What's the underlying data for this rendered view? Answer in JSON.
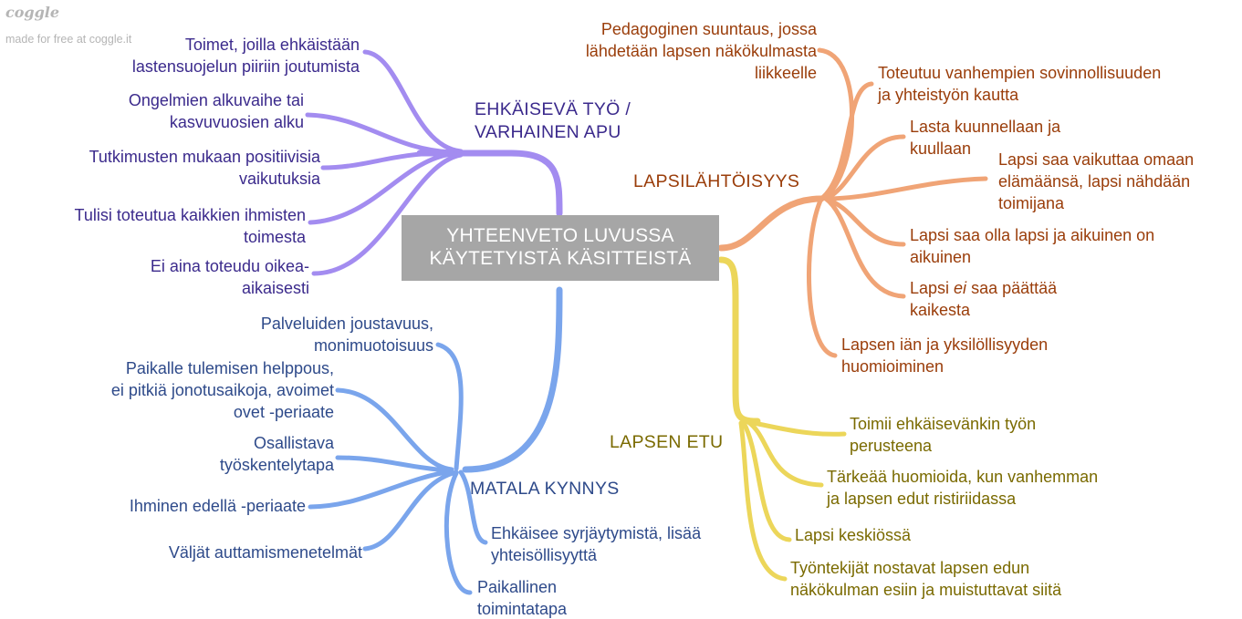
{
  "branding": {
    "logo": "coggle",
    "made_for_free": "made for free at coggle.it"
  },
  "colors": {
    "purple_branch": "#a38cf0",
    "blue_branch": "#7aa5ec",
    "orange_branch": "#f0a476",
    "yellow_branch": "#ecd65a",
    "center_node": "#a6a6a6"
  },
  "central_topic": "YHTEENVETO LUVUSSA\nKÄYTETYISTÄ KÄSITTEISTÄ",
  "purple": {
    "heading": "EHKÄISEVÄ TYÖ /\nVARHAINEN APU",
    "items": [
      "Toimet, joilla ehkäistään\nlastensuojelun piiriin joutumista",
      "Ongelmien alkuvaihe tai\nkasvuvuosien alku",
      "Tutkimusten mukaan positiivisia\nvaikutuksia",
      "Tulisi toteutua kaikkien ihmisten\ntoimesta",
      "Ei aina toteudu oikea-\naikaisesti"
    ]
  },
  "blue": {
    "heading": "MATALA KYNNYS",
    "items": [
      "Palveluiden joustavuus,\nmonimuotoisuus",
      "Paikalle tulemisen helppous,\nei pitkiä jonotusaikoja, avoimet\novet -periaate",
      "Osallistava\ntyöskentelytapa",
      "Ihminen edellä -periaate",
      "Väljät auttamismenetelmät",
      "Ehkäisee syrjäytymistä, lisää\nyhteisöllisyyttä",
      "Paikallinen\ntoimintatapa"
    ]
  },
  "orange": {
    "heading": "LAPSILÄHTÖISYYS",
    "items": [
      "Pedagoginen suuntaus, jossa\nlähdetään lapsen näkökulmasta\nliikkeelle",
      "Toteutuu vanhempien sovinnollisuuden\nja yhteistyön kautta",
      "Lasta kuunnellaan ja\nkuullaan",
      "Lapsi saa vaikuttaa omaan\nelämäänsä, lapsi nähdään\ntoimijana",
      "Lapsi saa olla lapsi ja aikuinen on\naikuinen",
      "Lapsen iän ja yksilöllisyyden\nhuomioiminen"
    ],
    "item_ei": {
      "before": "Lapsi ",
      "emphasis": "ei",
      "after": " saa päättää\nkaikesta"
    }
  },
  "yellow": {
    "heading": "LAPSEN ETU",
    "items": [
      "Toimii ehkäisevänkin työn\nperusteena",
      "Tärkeää huomioida, kun vanhemman\nja lapsen edut ristiriidassa",
      "Lapsi keskiössä",
      "Työntekijät nostavat lapsen edun\nnäkökulman esiin ja muistuttavat siitä"
    ]
  }
}
